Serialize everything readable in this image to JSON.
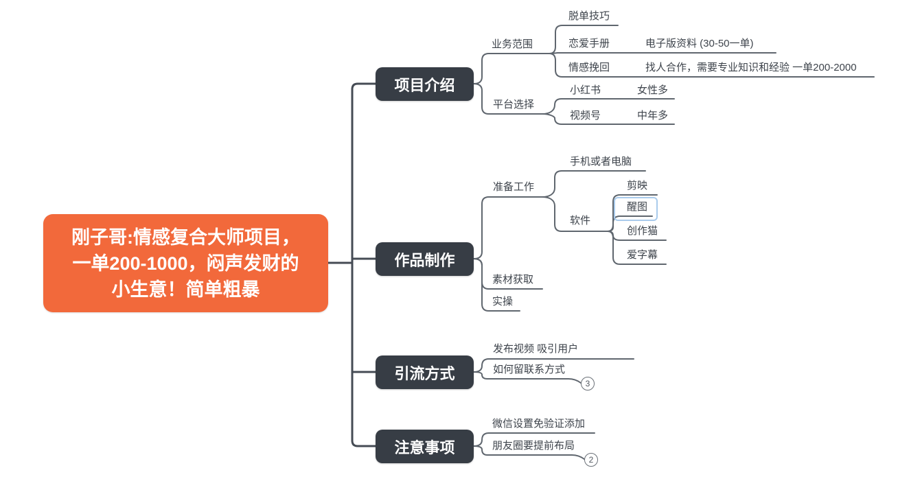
{
  "map": {
    "root": {
      "text": "刚子哥:情感复合大师项目，\n一单200-1000，闷声发财的\n小生意！简单粗暴"
    },
    "branches": [
      {
        "label": "项目介绍",
        "children": [
          {
            "label": "业务范围",
            "children": [
              {
                "label": "脱单技巧"
              },
              {
                "label": "恋爱手册",
                "note": "电子版资料 (30-50一单)"
              },
              {
                "label": "情感挽回",
                "note": "找人合作，需要专业知识和经验 一单200-2000"
              }
            ]
          },
          {
            "label": "平台选择",
            "children": [
              {
                "label": "小红书",
                "note": "女性多"
              },
              {
                "label": "视频号",
                "note": "中年多"
              }
            ]
          }
        ]
      },
      {
        "label": "作品制作",
        "children": [
          {
            "label": "准备工作",
            "children": [
              {
                "label": "手机或者电脑"
              },
              {
                "label": "软件",
                "children": [
                  {
                    "label": "剪映"
                  },
                  {
                    "label": "醒图",
                    "selected": true
                  },
                  {
                    "label": "创作猫"
                  },
                  {
                    "label": "爱字幕"
                  }
                ]
              }
            ]
          },
          {
            "label": "素材获取"
          },
          {
            "label": "实操"
          }
        ]
      },
      {
        "label": "引流方式",
        "children": [
          {
            "label": "发布视频 吸引用户"
          },
          {
            "label": "如何留联系方式",
            "badge": "3"
          }
        ]
      },
      {
        "label": "注意事项",
        "children": [
          {
            "label": "微信设置免验证添加"
          },
          {
            "label": "朋友圈要提前布局",
            "badge": "2"
          }
        ]
      }
    ],
    "colors": {
      "root_fill": "#F2693B",
      "branch_fill": "#373D45",
      "topic_text": "#3D434B",
      "main_line": "#454B54",
      "sub_line": "#5F666E",
      "selection": "#A9CBEC"
    }
  }
}
